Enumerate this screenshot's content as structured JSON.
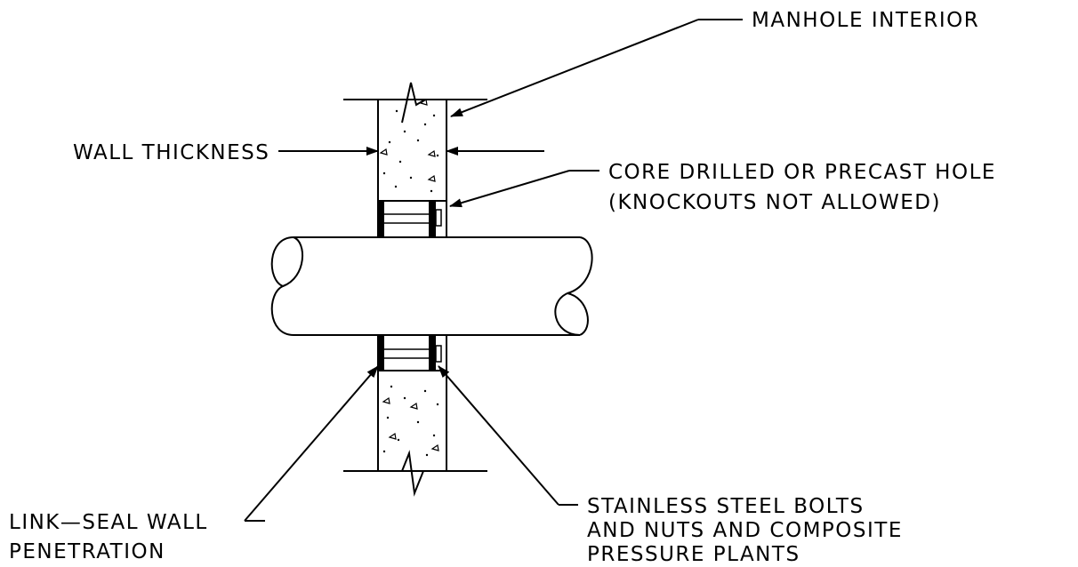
{
  "labels": {
    "manhole_interior": "MANHOLE INTERIOR",
    "wall_thickness": "WALL THICKNESS",
    "core_drilled_line1": "CORE DRILLED OR PRECAST HOLE",
    "core_drilled_line2": "(KNOCKOUTS NOT ALLOWED)",
    "link_seal_line1": "LINK—SEAL WALL",
    "link_seal_line2": "PENETRATION",
    "bolts_line1": "STAINLESS STEEL BOLTS",
    "bolts_line2": "AND NUTS AND COMPOSITE",
    "bolts_line3": "PRESSURE PLANTS"
  }
}
